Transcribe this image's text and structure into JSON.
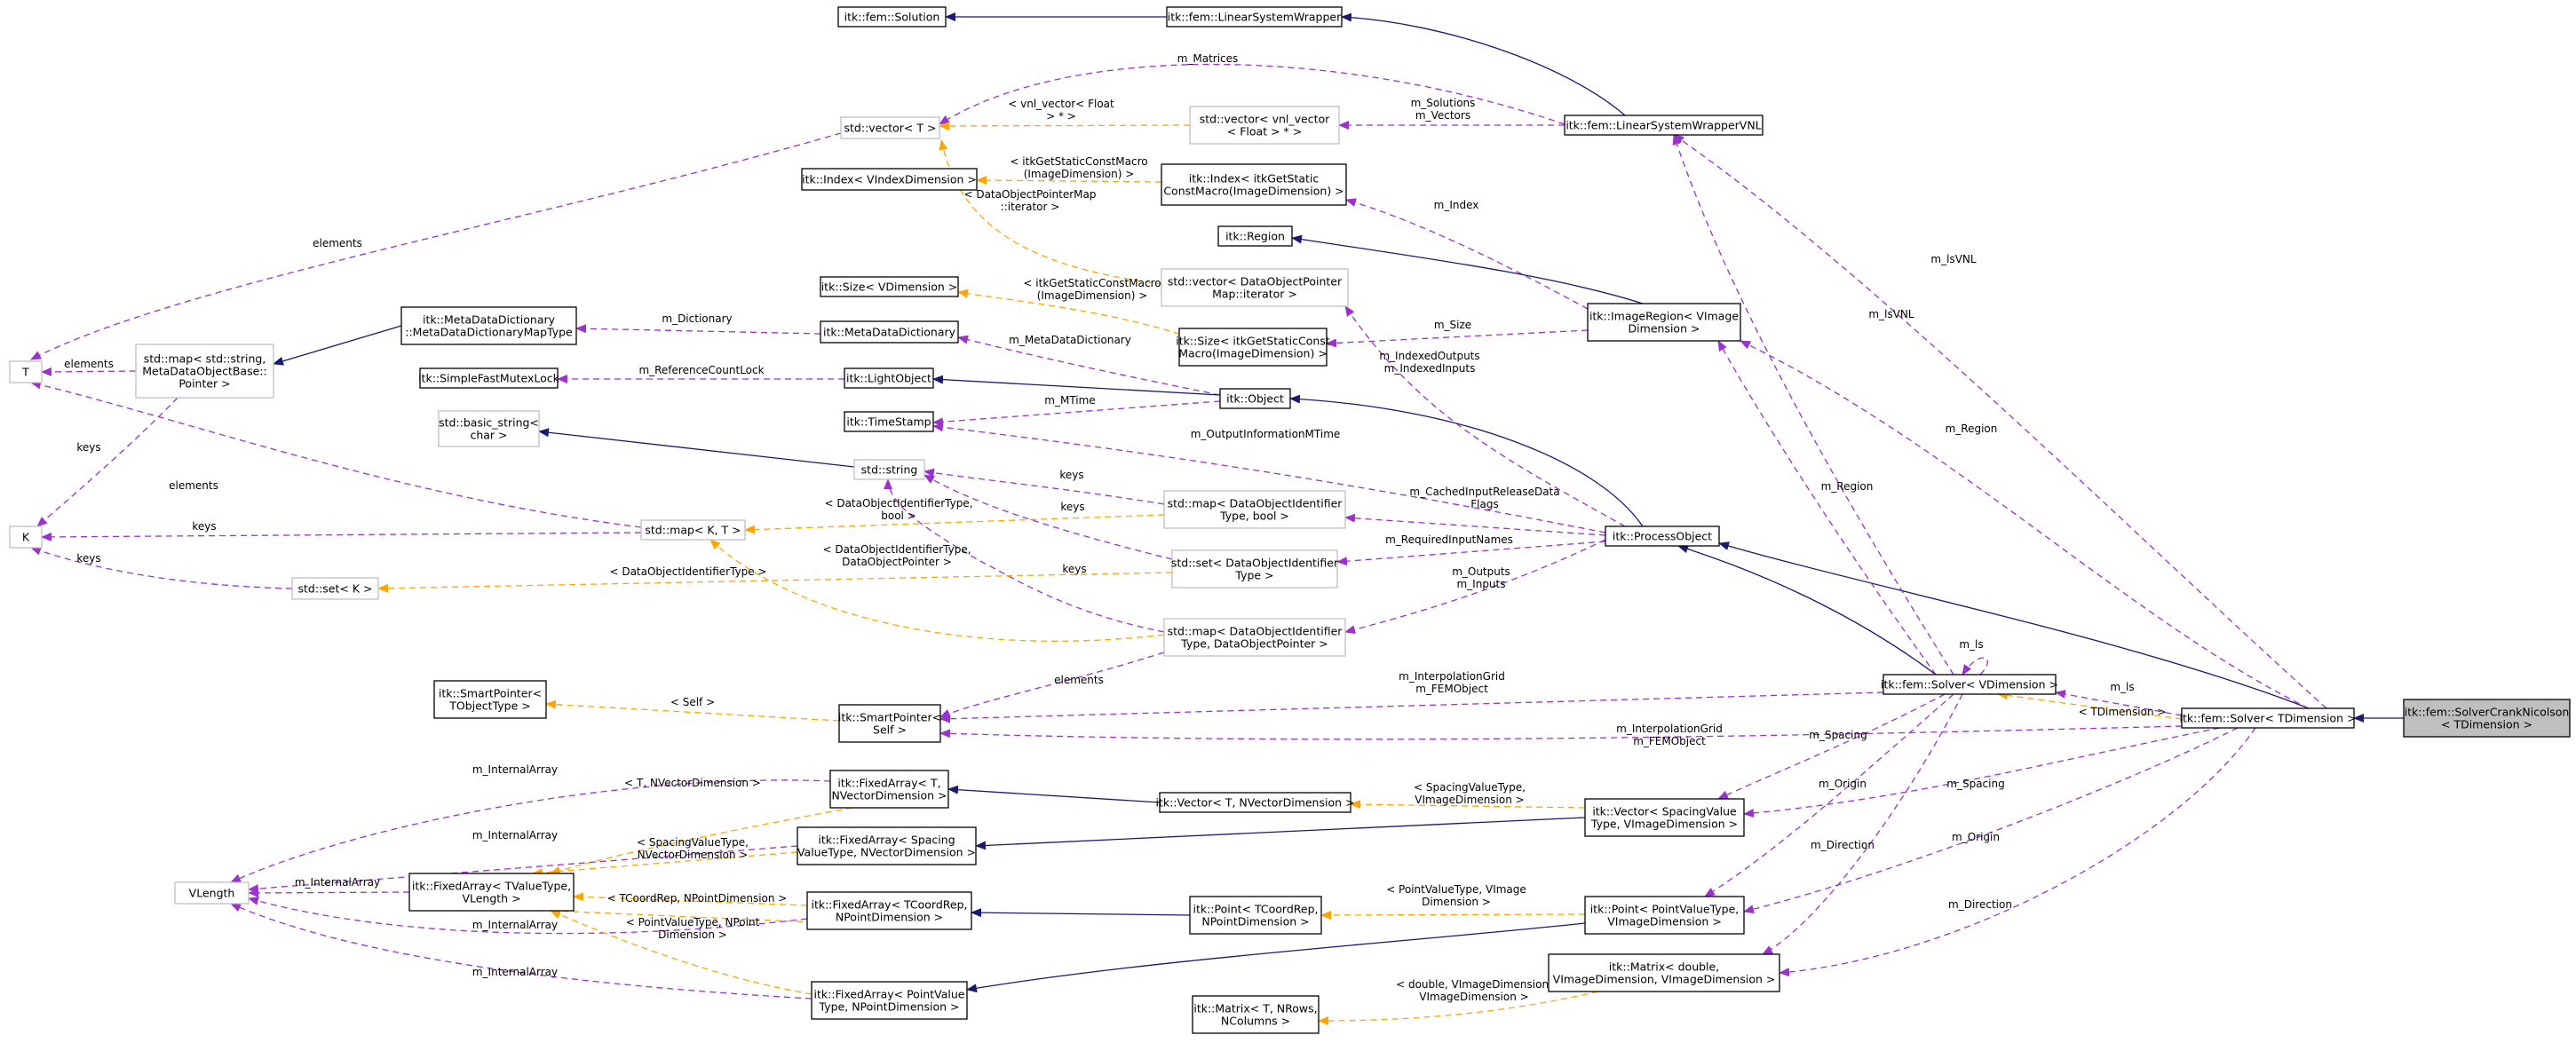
{
  "nodes": {
    "fem_solution": "itk::fem::Solution",
    "lsw": "itk::fem::LinearSystemWrapper",
    "lsw_vnl": "itk::fem::LinearSystemWrapperVNL",
    "vec_t": "std::vector< T >",
    "vec_vnl": [
      "std::vector< vnl_vector",
      "< Float > * >"
    ],
    "index_v": "itk::Index< VIndexDimension >",
    "index_g": [
      "itk::Index< itkGetStatic",
      "ConstMacro(ImageDimension) >"
    ],
    "region": "itk::Region",
    "size_v": "itk::Size< VDimension >",
    "vec_dop": [
      "std::vector< DataObjectPointer",
      "Map::iterator >"
    ],
    "image_region": [
      "itk::ImageRegion< VImage",
      "Dimension >"
    ],
    "size_g": [
      "itk::Size< itkGetStaticConst",
      "Macro(ImageDimension) >"
    ],
    "mdd_map": [
      "itk::MetaDataDictionary",
      "::MetaDataDictionaryMapType"
    ],
    "mdd": "itk::MetaDataDictionary",
    "t": "T",
    "map_mdo": [
      "std::map< std::string,",
      "MetaDataObjectBase::",
      "Pointer >"
    ],
    "sfml": "itk::SimpleFastMutexLock",
    "light_object": "itk::LightObject",
    "object": "itk::Object",
    "timestamp": "itk::TimeStamp",
    "basic_string": [
      "std::basic_string<",
      "char >"
    ],
    "string": "std::string",
    "map_doi_bool": [
      "std::map< DataObjectIdentifier",
      "Type, bool >"
    ],
    "k": "K",
    "map_kt": "std::map< K, T >",
    "process_object": "itk::ProcessObject",
    "set_doi": [
      "std::set< DataObjectIdentifier",
      "Type >"
    ],
    "set_k": "std::set< K >",
    "map_doi_dop": [
      "std::map< DataObjectIdentifier",
      "Type, DataObjectPointer >"
    ],
    "sp_t": [
      "itk::SmartPointer<",
      "TObjectType >"
    ],
    "sp_self": [
      "itk::SmartPointer<",
      "Self >"
    ],
    "solver_v": "itk::fem::Solver< VDimension >",
    "solver_t": "itk::fem::Solver< TDimension >",
    "crank": [
      "itk::fem::SolverCrankNicolson",
      "< TDimension >"
    ],
    "fa_tn": [
      "itk::FixedArray< T,",
      "NVectorDimension >"
    ],
    "vector_tn": "itk::Vector< T, NVectorDimension >",
    "vector_sv": [
      "itk::Vector< SpacingValue",
      "Type, VImageDimension >"
    ],
    "fa_sv": [
      "itk::FixedArray< Spacing",
      "ValueType, NVectorDimension >"
    ],
    "vlength": "VLength",
    "fa_tvl": [
      "itk::FixedArray< TValueType,",
      "VLength >"
    ],
    "fa_tc": [
      "itk::FixedArray< TCoordRep,",
      "NPointDimension >"
    ],
    "point_tc": [
      "itk::Point< TCoordRep,",
      "NPointDimension >"
    ],
    "point_pv": [
      "itk::Point< PointValueType,",
      "VImageDimension >"
    ],
    "matrix_d": [
      "itk::Matrix< double,",
      "VImageDimension, VImageDimension >"
    ],
    "fa_pv": [
      "itk::FixedArray< PointValue",
      "Type, NPointDimension >"
    ],
    "matrix_t": [
      "itk::Matrix< T, NRows,",
      "NColumns >"
    ]
  },
  "edge_labels": {
    "m_matrices": "m_Matrices",
    "vnl_float": [
      "< vnl_vector< Float",
      "> * >"
    ],
    "m_solutions": [
      "m_Solutions",
      "m_Vectors"
    ],
    "get_static_1": [
      "< itkGetStaticConstMacro",
      "(ImageDimension) >"
    ],
    "dop_map_it": [
      "< DataObjectPointerMap",
      "::iterator >"
    ],
    "m_index": "m_Index",
    "elements_1": "elements",
    "get_static_2": [
      "< itkGetStaticConstMacro",
      "(ImageDimension) >"
    ],
    "m_size": "m_Size",
    "m_dictionary": "m_Dictionary",
    "m_metadatadictionary": "m_MetaDataDictionary",
    "m_indexed": [
      "m_IndexedOutputs",
      "m_IndexedInputs"
    ],
    "elements_2": "elements",
    "m_refcountlock": "m_ReferenceCountLock",
    "m_mtime": "m_MTime",
    "keys_1": "keys",
    "m_outinfo": "m_OutputInformationMTime",
    "elements_3": "elements",
    "keys_2": "keys",
    "doi_bool": [
      "< DataObjectIdentifierType,",
      "bool >"
    ],
    "keys_3": "keys",
    "keys_4": "keys",
    "m_cached": [
      "m_CachedInputReleaseData",
      "Flags"
    ],
    "m_required": "m_RequiredInputNames",
    "keys_5": "keys",
    "doi_dop": [
      "< DataObjectIdentifierType,",
      "DataObjectPointer >"
    ],
    "doi_type": "< DataObjectIdentifierType >",
    "keys_6": "keys",
    "m_outputs": [
      "m_Outputs",
      "m_Inputs"
    ],
    "elements_4": "elements",
    "self": "< Self >",
    "m_interp_1": [
      "m_InterpolationGrid",
      "m_FEMObject"
    ],
    "m_ls_self": "m_ls",
    "m_ls": "m_ls",
    "tdimension": "< TDimension >",
    "m_interp_2": [
      "m_InterpolationGrid",
      "m_FEMObject"
    ],
    "m_lsvnl_1": "m_lsVNL",
    "m_lsvnl_2": "m_lsVNL",
    "m_region_1": "m_Region",
    "m_region_2": "m_Region",
    "m_spacing_1": "m_Spacing",
    "m_spacing_2": "m_Spacing",
    "m_origin_1": "m_Origin",
    "m_origin_2": "m_Origin",
    "m_direction_1": "m_Direction",
    "m_direction_2": "m_Direction",
    "m_internal_1": "m_InternalArray",
    "t_nvd": "< T, NVectorDimension >",
    "m_internal_2": "m_InternalArray",
    "spacing_nvd": [
      "< SpacingValueType,",
      "NVectorDimension >"
    ],
    "spacing_vid": [
      "< SpacingValueType,",
      "VImageDimension >"
    ],
    "m_internal_3": "m_InternalArray",
    "tc_npd": "< TCoordRep, NPointDimension >",
    "pv_vid": [
      "< PointValueType, VImage",
      "Dimension >"
    ],
    "m_internal_4": "m_InternalArray",
    "pv_npd": [
      "< PointValueType, NPoint",
      "Dimension >"
    ],
    "m_internal_5": "m_InternalArray",
    "dbl_vid": [
      "< double, VImageDimension,",
      "VImageDimension >"
    ]
  }
}
